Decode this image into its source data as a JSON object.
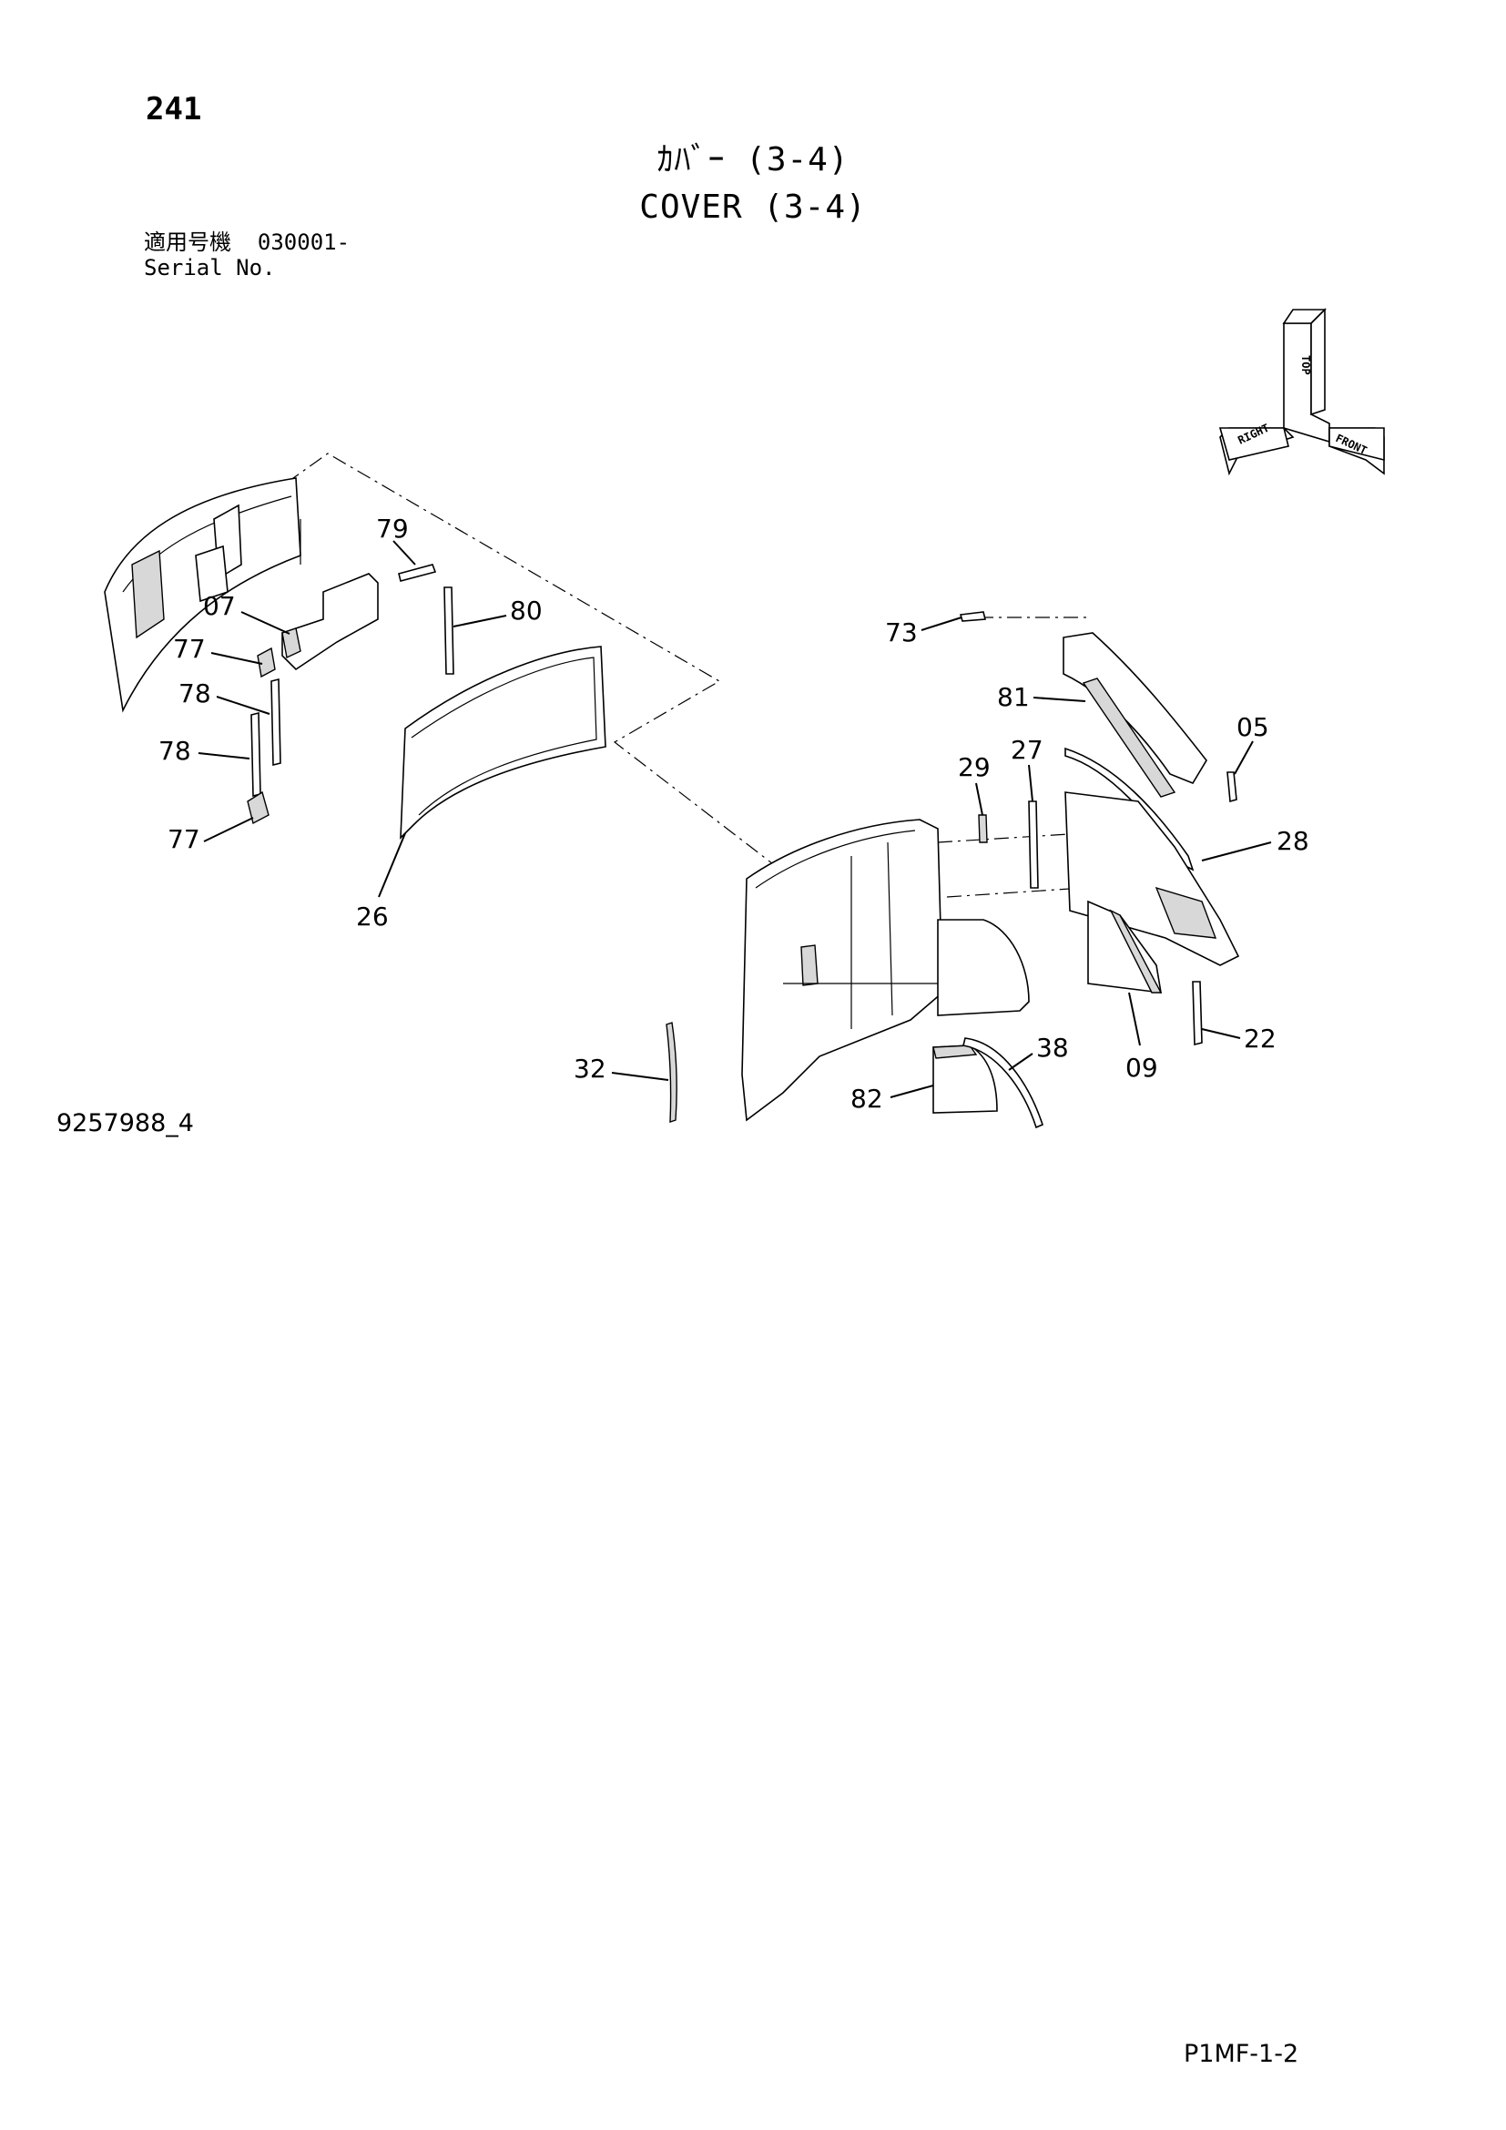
{
  "page": {
    "number": "241",
    "title_jp": "ｶﾊﾞｰ (3-4)",
    "title_en": "COVER (3-4)",
    "serial_label_jp": "適用号機",
    "serial_value": "030001-",
    "serial_label_en": "Serial No.",
    "drawing_id": "9257988_4",
    "sheet_code": "P1MF-1-2"
  },
  "orientation": {
    "labels": [
      "TOP",
      "RIGHT",
      "FRONT"
    ]
  },
  "callouts": [
    "79",
    "80",
    "07",
    "77",
    "78",
    "78",
    "77",
    "26",
    "73",
    "81",
    "05",
    "29",
    "27",
    "28",
    "22",
    "09",
    "38",
    "32",
    "82"
  ]
}
